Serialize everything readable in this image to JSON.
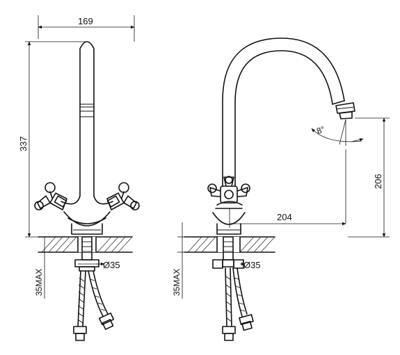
{
  "dimensions": {
    "width_top": "169",
    "height_total": "337",
    "spout_height": "206",
    "spout_reach": "204",
    "swivel_angle": "8°",
    "hole_diameter_front": "Ø35",
    "hole_diameter_side": "Ø35",
    "max_thickness_front": "35MAX",
    "max_thickness_side": "35MAX"
  }
}
